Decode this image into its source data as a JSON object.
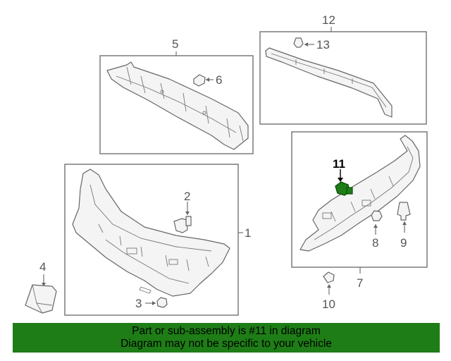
{
  "diagram": {
    "callouts": {
      "c1": "1",
      "c2": "2",
      "c3": "3",
      "c4": "4",
      "c5": "5",
      "c6": "6",
      "c7": "7",
      "c8": "8",
      "c9": "9",
      "c10": "10",
      "c11": "11",
      "c12": "12",
      "c13": "13"
    },
    "highlight_part": "11",
    "highlight_color": "#1e7d16"
  },
  "banner": {
    "line1": "Part or sub-assembly is #11 in diagram",
    "line2": "Diagram may not be specific to your vehicle",
    "background": "#1e7d16"
  }
}
